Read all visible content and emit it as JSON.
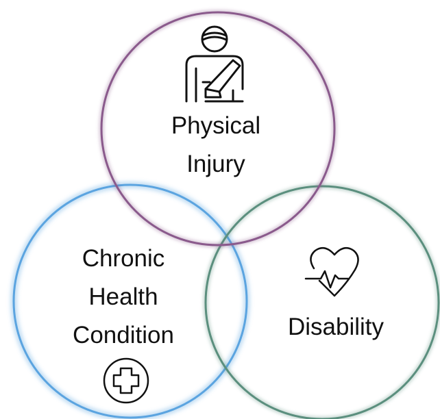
{
  "colors": {
    "injury": "#8a5a8c",
    "chronic": "#5ba4e0",
    "disability": "#5b8f7e",
    "icon": "#111111"
  },
  "circles": {
    "injury": {
      "lines": [
        "Physical",
        "Injury"
      ],
      "icon": "injured-person-arm-sling-icon"
    },
    "chronic": {
      "lines": [
        "Chronic",
        "Health",
        "Condition"
      ],
      "icon": "medical-cross-icon"
    },
    "disability": {
      "lines": [
        "Disability"
      ],
      "icon": "heartbeat-heart-icon"
    }
  }
}
